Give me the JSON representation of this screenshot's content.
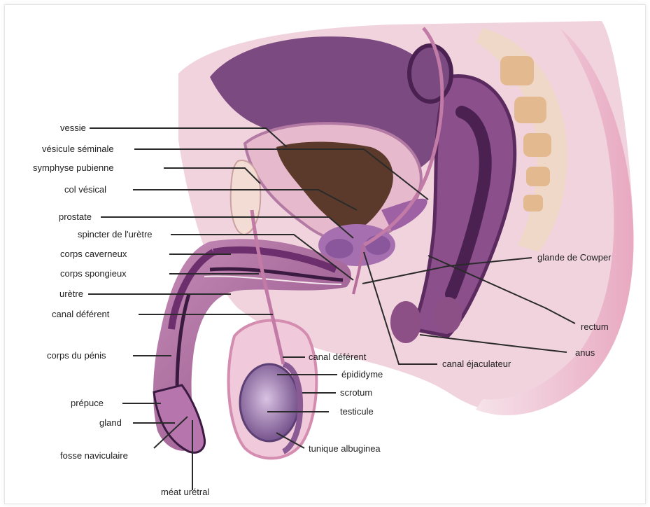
{
  "labels": {
    "vessie": "vessie",
    "vesicule_seminale": "vésicule séminale",
    "symphyse_pubienne": "symphyse pubienne",
    "col_vesical": "col vésical",
    "prostate": "prostate",
    "spincter": "spincter de l'urètre",
    "corps_caverneux": "corps caverneux",
    "corps_spongieux": "corps spongieux",
    "uretre": "urètre",
    "canal_deferent_left": "canal déférent",
    "corps_du_penis": "corps du pénis",
    "prepuce": "prépuce",
    "gland": "gland",
    "fosse_naviculaire": "fosse naviculaire",
    "meat_uretral": "méat urétral",
    "canal_deferent_right": "canal déférent",
    "epididyme": "épididyme",
    "scrotum": "scrotum",
    "testicule": "testicule",
    "tunique_albuginea": "tunique albuginea",
    "glande_de_cowper": "glande de Cowper",
    "rectum": "rectum",
    "anus": "anus",
    "canal_ejaculateur": "canal éjaculateur"
  },
  "colors": {
    "pink_tissue": "#e9b7c9",
    "light_pink": "#f4dbe5",
    "purple": "#8c4f86",
    "dark_purple": "#4a2150",
    "mauve": "#b882b0",
    "bone": "#e6c29a",
    "bladder_dark": "#5b3a2c",
    "label_text": "#222222"
  }
}
